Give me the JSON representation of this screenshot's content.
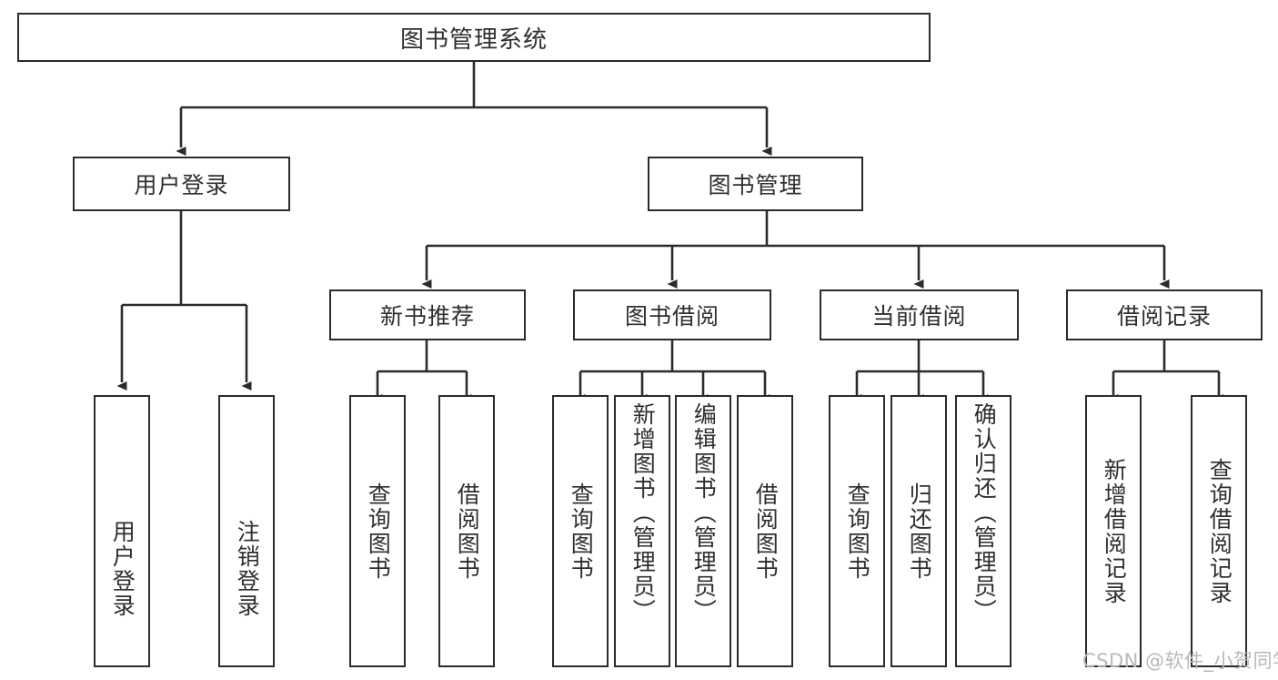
{
  "diagram": {
    "title": "图书管理系统",
    "type": "tree-hierarchy",
    "root": {
      "label": "图书管理系统"
    },
    "level2": [
      {
        "label": "用户登录"
      },
      {
        "label": "图书管理"
      }
    ],
    "level3": [
      {
        "label": "新书推荐"
      },
      {
        "label": "图书借阅"
      },
      {
        "label": "当前借阅"
      },
      {
        "label": "借阅记录"
      }
    ],
    "leaves": {
      "user_login": [
        {
          "label": "用户登录"
        },
        {
          "label": "注销登录"
        }
      ],
      "new_book_recommend": [
        {
          "label": "查询图书"
        },
        {
          "label": "借阅图书"
        }
      ],
      "book_borrow": [
        {
          "label": "查询图书"
        },
        {
          "label": "新增图书（管理员）"
        },
        {
          "label": "编辑图书（管理员）"
        },
        {
          "label": "借阅图书"
        }
      ],
      "current_borrow": [
        {
          "label": "查询图书"
        },
        {
          "label": "归还图书"
        },
        {
          "label": "确认归还（管理员）"
        }
      ],
      "borrow_record": [
        {
          "label": "新增借阅记录"
        },
        {
          "label": "查询借阅记录"
        }
      ]
    }
  },
  "watermark": {
    "text": "CSDN @软件_小贺同学"
  },
  "colors": {
    "border": "#2b2b2b",
    "text": "#2f2f2f",
    "background": "#ffffff",
    "watermark": "#b9b9b9"
  }
}
